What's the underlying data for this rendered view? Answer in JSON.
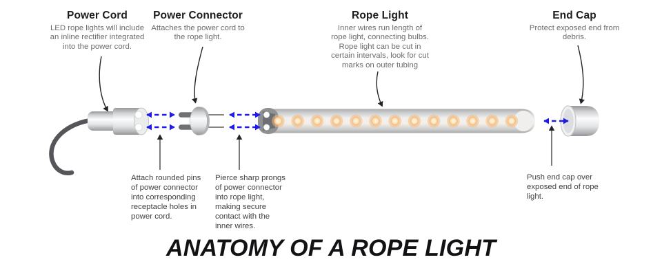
{
  "title": "ANATOMY OF A ROPE LIGHT",
  "colors": {
    "accent_blue": "#1e1ae8",
    "diagram_ink": "#232325",
    "label_gray": "#6b6c6f"
  },
  "parts": [
    {
      "id": "power-cord",
      "title": "Power Cord",
      "description": "LED rope lights will include\nan inline rectifier integrated\ninto the power cord."
    },
    {
      "id": "power-connector",
      "title": "Power Connector",
      "description": "Attaches the power cord to\nthe rope light."
    },
    {
      "id": "rope-light",
      "title": "Rope Light",
      "description": "Inner wires run length of\nrope light, connecting bulbs.\nRope light can be cut in\ncertain intervals, look for cut\nmarks on outer tubing"
    },
    {
      "id": "end-cap",
      "title": "End Cap",
      "description": "Protect exposed end from\ndebris."
    }
  ],
  "annotations": [
    {
      "text": "Attach rounded pins\nof power connector\ninto corresponding\nreceptacle holes in\npower cord."
    },
    {
      "text": "Pierce sharp prongs\nof power connector\ninto rope light,\nmaking secure\ncontact with the\ninner wires."
    },
    {
      "text": "Push end cap over\nexposed end of rope\nlight."
    }
  ],
  "rope_light": {
    "bulb_count": 13,
    "bulb_glow_color": "#f3bc80"
  }
}
